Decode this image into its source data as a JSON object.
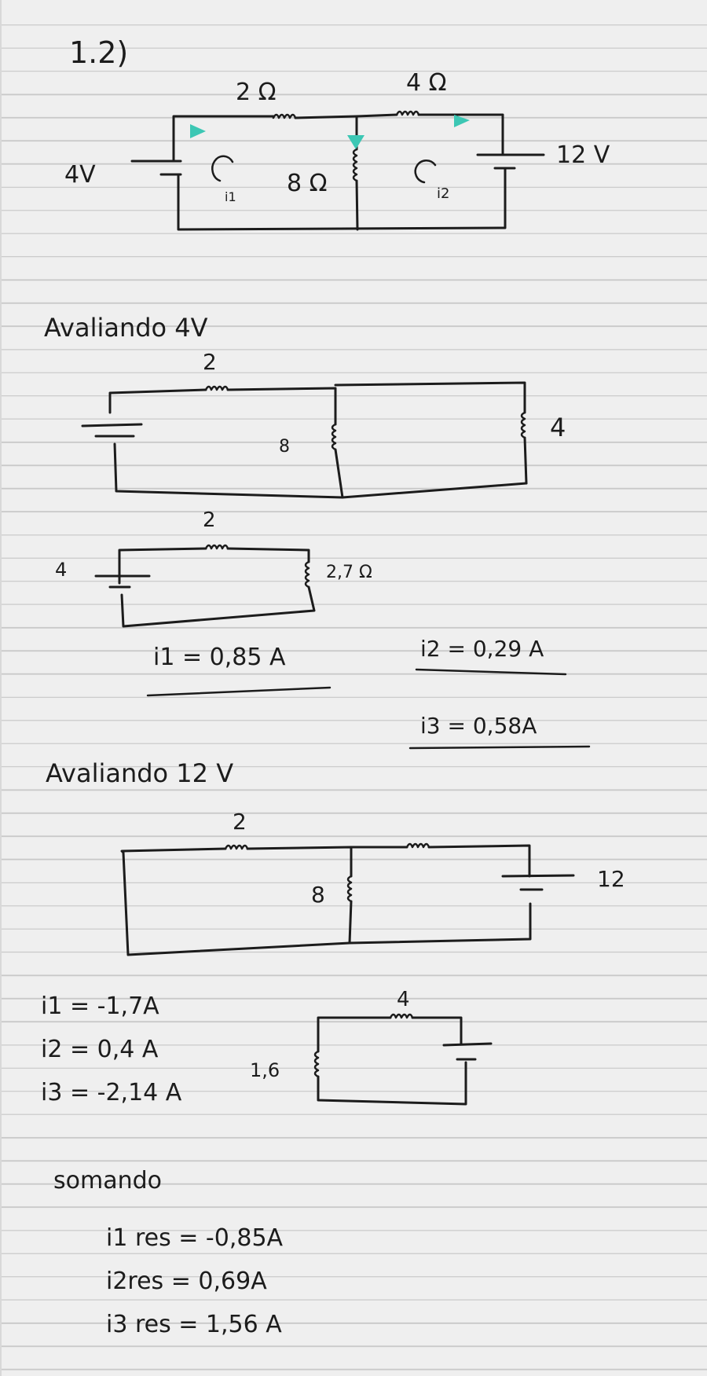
{
  "problem_label": "1.2)",
  "original_circuit": {
    "r_left": "2 Ω",
    "r_right": "4 Ω",
    "r_middle": "8 Ω",
    "source_left": "4V",
    "source_right": "12 V",
    "loop_left": "i1",
    "loop_right": "i2"
  },
  "section_4v": {
    "heading": "Avaliando 4V",
    "r_series": "2",
    "r_middle": "8",
    "r_right": "4",
    "eq_source": "4",
    "eq_r_series": "2",
    "eq_r_parallel": "2,7 Ω",
    "result_i1": "i1 = 0,85 A",
    "result_i2": "i2 = 0,29 A",
    "result_i3": "i3 = 0,58A"
  },
  "section_12v": {
    "heading": "Avaliando 12 V",
    "r_left": "2",
    "r_middle": "8",
    "source": "12",
    "result_i1": "i1 = -1,7A",
    "result_i2": "i2 = 0,4 A",
    "result_i3": "i3 = -2,14 A",
    "eq_r_series": "4",
    "eq_r_parallel": "1,6"
  },
  "sum": {
    "heading": "somando",
    "i1_res": "i1 res = -0,85A",
    "i2_res": "i2res = 0,69A",
    "i3_res": "i3 res = 1,56 A"
  },
  "colors": {
    "ink": "#1c1c1c",
    "arrow": "#3cc7b4",
    "paper": "#efefef",
    "rule": "#c9c9c9"
  }
}
